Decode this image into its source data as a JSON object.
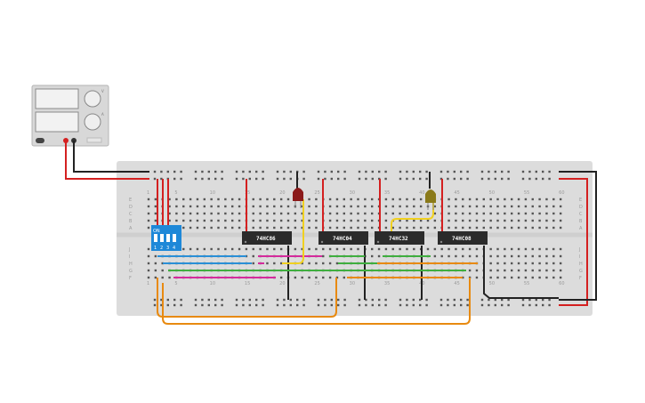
{
  "power_supply": {
    "knob1_label": "V",
    "knob2_label": "A"
  },
  "breadboard": {
    "column_numbers": [
      "1",
      "5",
      "10",
      "15",
      "20",
      "25",
      "30",
      "35",
      "40",
      "45",
      "50",
      "55",
      "60"
    ],
    "row_letters_top": [
      "A",
      "B",
      "C",
      "D",
      "E"
    ],
    "row_letters_bottom": [
      "F",
      "G",
      "H",
      "I",
      "J"
    ]
  },
  "dip_switch": {
    "on_label": "ON",
    "positions": [
      "1",
      "2",
      "3",
      "4"
    ]
  },
  "chips": [
    {
      "label": "74HC86"
    },
    {
      "label": "74HC04"
    },
    {
      "label": "74HC32"
    },
    {
      "label": "74HC08"
    }
  ],
  "leds": [
    {
      "color_name": "red",
      "color": "#8b1a1a"
    },
    {
      "color_name": "yellow",
      "color": "#8a7a1a"
    }
  ],
  "colors": {
    "wire_red": "#d42020",
    "wire_black": "#222222",
    "wire_blue": "#2a8fd6",
    "wire_magenta": "#d42b9c",
    "wire_green": "#3fae3f",
    "wire_orange": "#e88a10",
    "wire_yellow": "#f0d020",
    "board": "#dcdcdc",
    "chip": "#2b2b2b"
  }
}
